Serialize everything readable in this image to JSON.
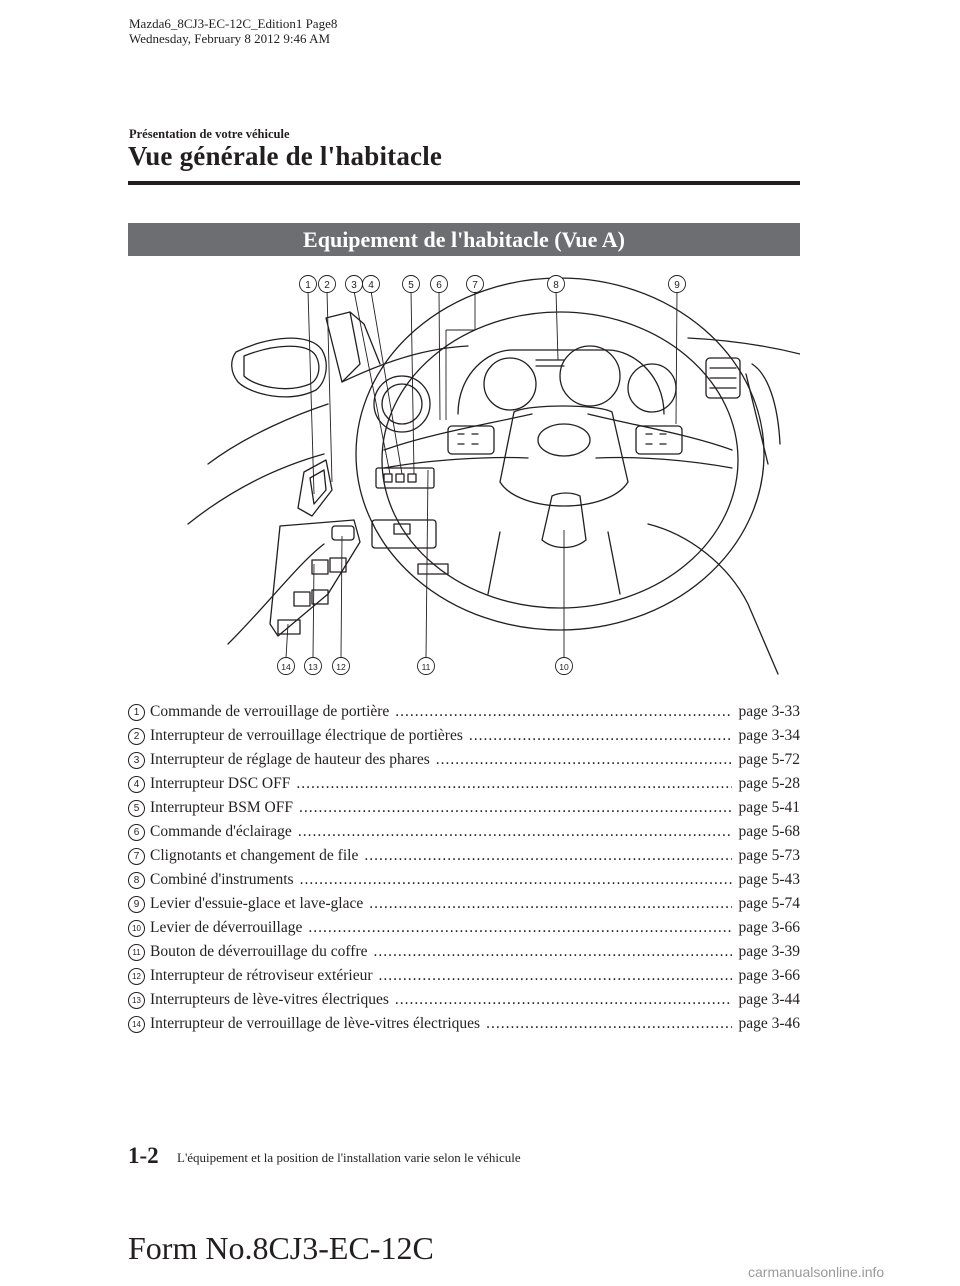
{
  "header": {
    "file_line": "Mazda6_8CJ3-EC-12C_Edition1 Page8",
    "date_line": "Wednesday, February 8 2012 9:46 AM"
  },
  "section_label": "Présentation de votre véhicule",
  "page_title": "Vue générale de l'habitacle",
  "banner_title": "Equipement de l'habitacle (Vue A)",
  "figure": {
    "callouts_top": [
      "1",
      "2",
      "3",
      "4",
      "5",
      "6",
      "7",
      "8",
      "9"
    ],
    "callouts_bottom": [
      "14",
      "13",
      "12",
      "11",
      "10"
    ]
  },
  "legend": [
    {
      "num": "1",
      "label": "Commande de verrouillage de portière",
      "page": "page 3-33"
    },
    {
      "num": "2",
      "label": "Interrupteur de verrouillage électrique de portières",
      "page": "page 3-34"
    },
    {
      "num": "3",
      "label": "Interrupteur de réglage de hauteur des phares",
      "page": "page 5-72"
    },
    {
      "num": "4",
      "label": "Interrupteur DSC OFF",
      "page": "page 5-28"
    },
    {
      "num": "5",
      "label": "Interrupteur BSM OFF",
      "page": "page 5-41"
    },
    {
      "num": "6",
      "label": "Commande d'éclairage",
      "page": "page 5-68"
    },
    {
      "num": "7",
      "label": "Clignotants et changement de file",
      "page": "page 5-73"
    },
    {
      "num": "8",
      "label": "Combiné d'instruments",
      "page": "page 5-43"
    },
    {
      "num": "9",
      "label": "Levier d'essuie-glace et lave-glace",
      "page": "page 5-74"
    },
    {
      "num": "10",
      "label": "Levier de déverrouillage",
      "page": "page 3-66"
    },
    {
      "num": "11",
      "label": "Bouton de déverrouillage du coffre",
      "page": "page 3-39"
    },
    {
      "num": "12",
      "label": "Interrupteur de rétroviseur extérieur",
      "page": "page 3-66"
    },
    {
      "num": "13",
      "label": "Interrupteurs de lève-vitres électriques",
      "page": "page 3-44"
    },
    {
      "num": "14",
      "label": "Interrupteur de verrouillage de lève-vitres électriques",
      "page": "page 3-46"
    }
  ],
  "footer": {
    "page_number": "1-2",
    "note": "L'équipement et la position de l'installation varie selon le véhicule",
    "form_number": "Form No.8CJ3-EC-12C"
  },
  "watermark": "carmanualsonline.info"
}
